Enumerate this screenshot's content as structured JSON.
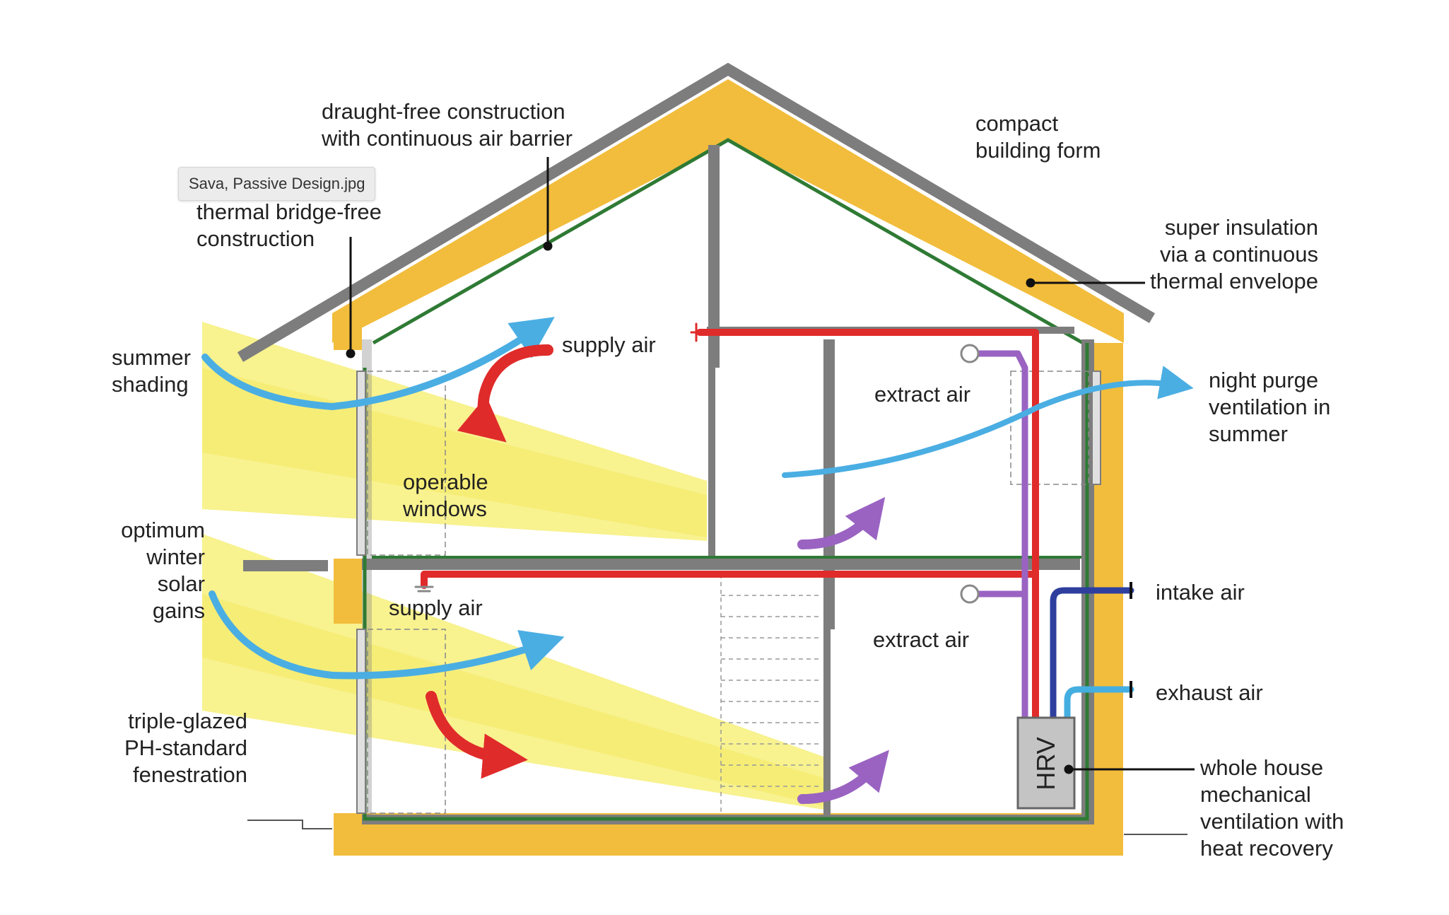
{
  "tooltip": {
    "text": "Sava, Passive Design.jpg"
  },
  "labels": {
    "draught_free": [
      "draught-free construction",
      "with continuous air barrier"
    ],
    "compact_form": [
      "compact",
      "building form"
    ],
    "thermal_bridge": [
      "thermal bridge-free",
      "construction"
    ],
    "super_insulation": [
      "super insulation",
      "via a continuous",
      "thermal envelope"
    ],
    "summer_shading": [
      "summer",
      "shading"
    ],
    "supply_air_upper": "supply air",
    "extract_air_upper": "extract air",
    "night_purge": [
      "night purge",
      "ventilation in",
      "summer"
    ],
    "operable_windows": [
      "operable",
      "windows"
    ],
    "winter_solar": [
      "optimum",
      "winter",
      "solar",
      "gains"
    ],
    "supply_air_lower": "supply air",
    "intake_air": "intake air",
    "extract_air_lower": "extract air",
    "exhaust_air": "exhaust air",
    "triple_glazed": [
      "triple-glazed",
      "PH-standard",
      "fenestration"
    ],
    "hrv": "HRV",
    "whole_house": [
      "whole house",
      "mechanical",
      "ventilation with",
      "heat recovery"
    ]
  },
  "colors": {
    "insulation": "#f2bd3c",
    "roof_grey": "#7d7d7d",
    "air_barrier": "#2f7a34",
    "sunlight": "#f6ee6a",
    "supply_duct": "#e02b2b",
    "extract_duct": "#9a63c2",
    "intake_duct": "#2e3f9e",
    "exhaust_duct": "#45aee0",
    "airflow_blue": "#4aaee3",
    "hrv_box": "#c4c4c4"
  }
}
